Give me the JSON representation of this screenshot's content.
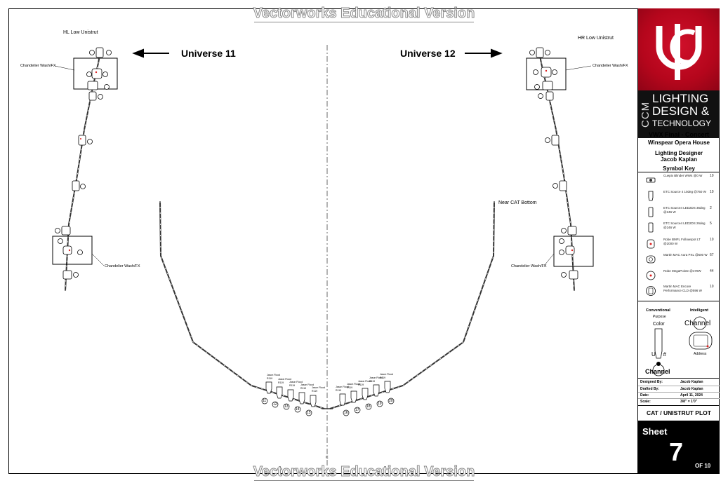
{
  "watermark": "Vectorworks Educational Version",
  "plot": {
    "left_universe": "Universe 11",
    "right_universe": "Universe 12",
    "left_pipe_label": "HL Low Unistrut",
    "right_pipe_label": "HR Low Unistrut",
    "chandelier_label": "Chandelier Wash/FX",
    "cat_label": "Near CAT Bottom",
    "cat_unit_name": "Jason Flood",
    "cat_unit_color": "R119",
    "centerline_mark": "C",
    "left_channels": [
      "11",
      "12",
      "13",
      "14",
      "15"
    ],
    "right_channels": [
      "16",
      "17",
      "18",
      "19",
      "20"
    ]
  },
  "title_block": {
    "brand_side": "CCM",
    "brand_lines": [
      "LIGHTING",
      "DESIGN &",
      "TECHNOLOGY"
    ],
    "project": "VWX Final - Concert",
    "venue": "Winspear Opera House",
    "designer_role": "Lighting Designer",
    "designer_name": "Jacob Kaplan",
    "symbol_key_title": "Symbol Key",
    "symbol_key": [
      {
        "label": "Cuepix Blinder WW4 @0 W",
        "count": "10",
        "icon": "blinder-icon"
      },
      {
        "label": "ETC Source 4 10deg @750 W",
        "count": "10",
        "icon": "ellipsoidal-icon"
      },
      {
        "label": "ETC Source4 LED2DS 36deg @246 W",
        "count": "2",
        "icon": "led-ellipsoidal-icon"
      },
      {
        "label": "ETC Source4 LED2DS 26deg @246 W",
        "count": "5",
        "icon": "led-ellipsoidal-icon"
      },
      {
        "label": "Robe BMFL Followspot LT @2000 W",
        "count": "10",
        "icon": "followspot-icon"
      },
      {
        "label": "Martin MAC Aura PXL @500 W",
        "count": "67",
        "icon": "wash-icon"
      },
      {
        "label": "Robe MegaPointe @470W",
        "count": "44",
        "icon": "spot-icon"
      },
      {
        "label": "Martin MAC Encore Performance CLD @596 W",
        "count": "10",
        "icon": "profile-icon"
      }
    ],
    "legend": {
      "conventional": "Conventional",
      "intelligent": "Intelligent",
      "purpose": "Purpose",
      "color": "Color",
      "unit": "Unit #",
      "channel": "Channel",
      "address": "Address"
    },
    "info": [
      {
        "label": "Designed By:",
        "value": "Jacob Kaplan"
      },
      {
        "label": "Drafted By:",
        "value": "Jacob Kaplan"
      },
      {
        "label": "Date:",
        "value": "April 11, 2024"
      },
      {
        "label": "Scale:",
        "value": "3/8\" = 1'0\""
      }
    ],
    "plot_title": "CAT / UNISTRUT PLOT",
    "sheet_label": "Sheet",
    "sheet_number": "7",
    "sheet_of": "OF 10"
  }
}
